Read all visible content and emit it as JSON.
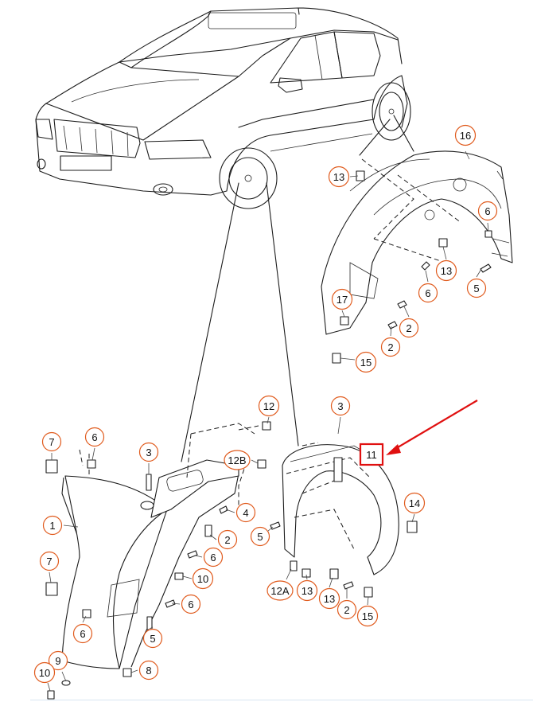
{
  "callouts": {
    "c16": "16",
    "c13a": "13",
    "c6a": "6",
    "c13b": "13",
    "c5a": "5",
    "c6b": "6",
    "c17": "17",
    "c2a": "2",
    "c2b": "2",
    "c15a": "15",
    "c12": "12",
    "c3a": "3",
    "c11": "11",
    "c12b": "12B",
    "c4": "4",
    "c5b": "5",
    "c14": "14",
    "c12a": "12A",
    "c13c": "13",
    "c13d": "13",
    "c2c": "2",
    "c15b": "15",
    "c7a": "7",
    "c6c": "6",
    "c3b": "3",
    "c1": "1",
    "c2d": "2",
    "c6d": "6",
    "c10a": "10",
    "c7b": "7",
    "c6e": "6",
    "c6f": "6",
    "c5c": "5",
    "c9": "9",
    "c8": "8",
    "c10b": "10"
  },
  "colors": {
    "callout_ring": "#e05a1c",
    "highlight": "#e01010",
    "linework": "#1c1c1c"
  }
}
